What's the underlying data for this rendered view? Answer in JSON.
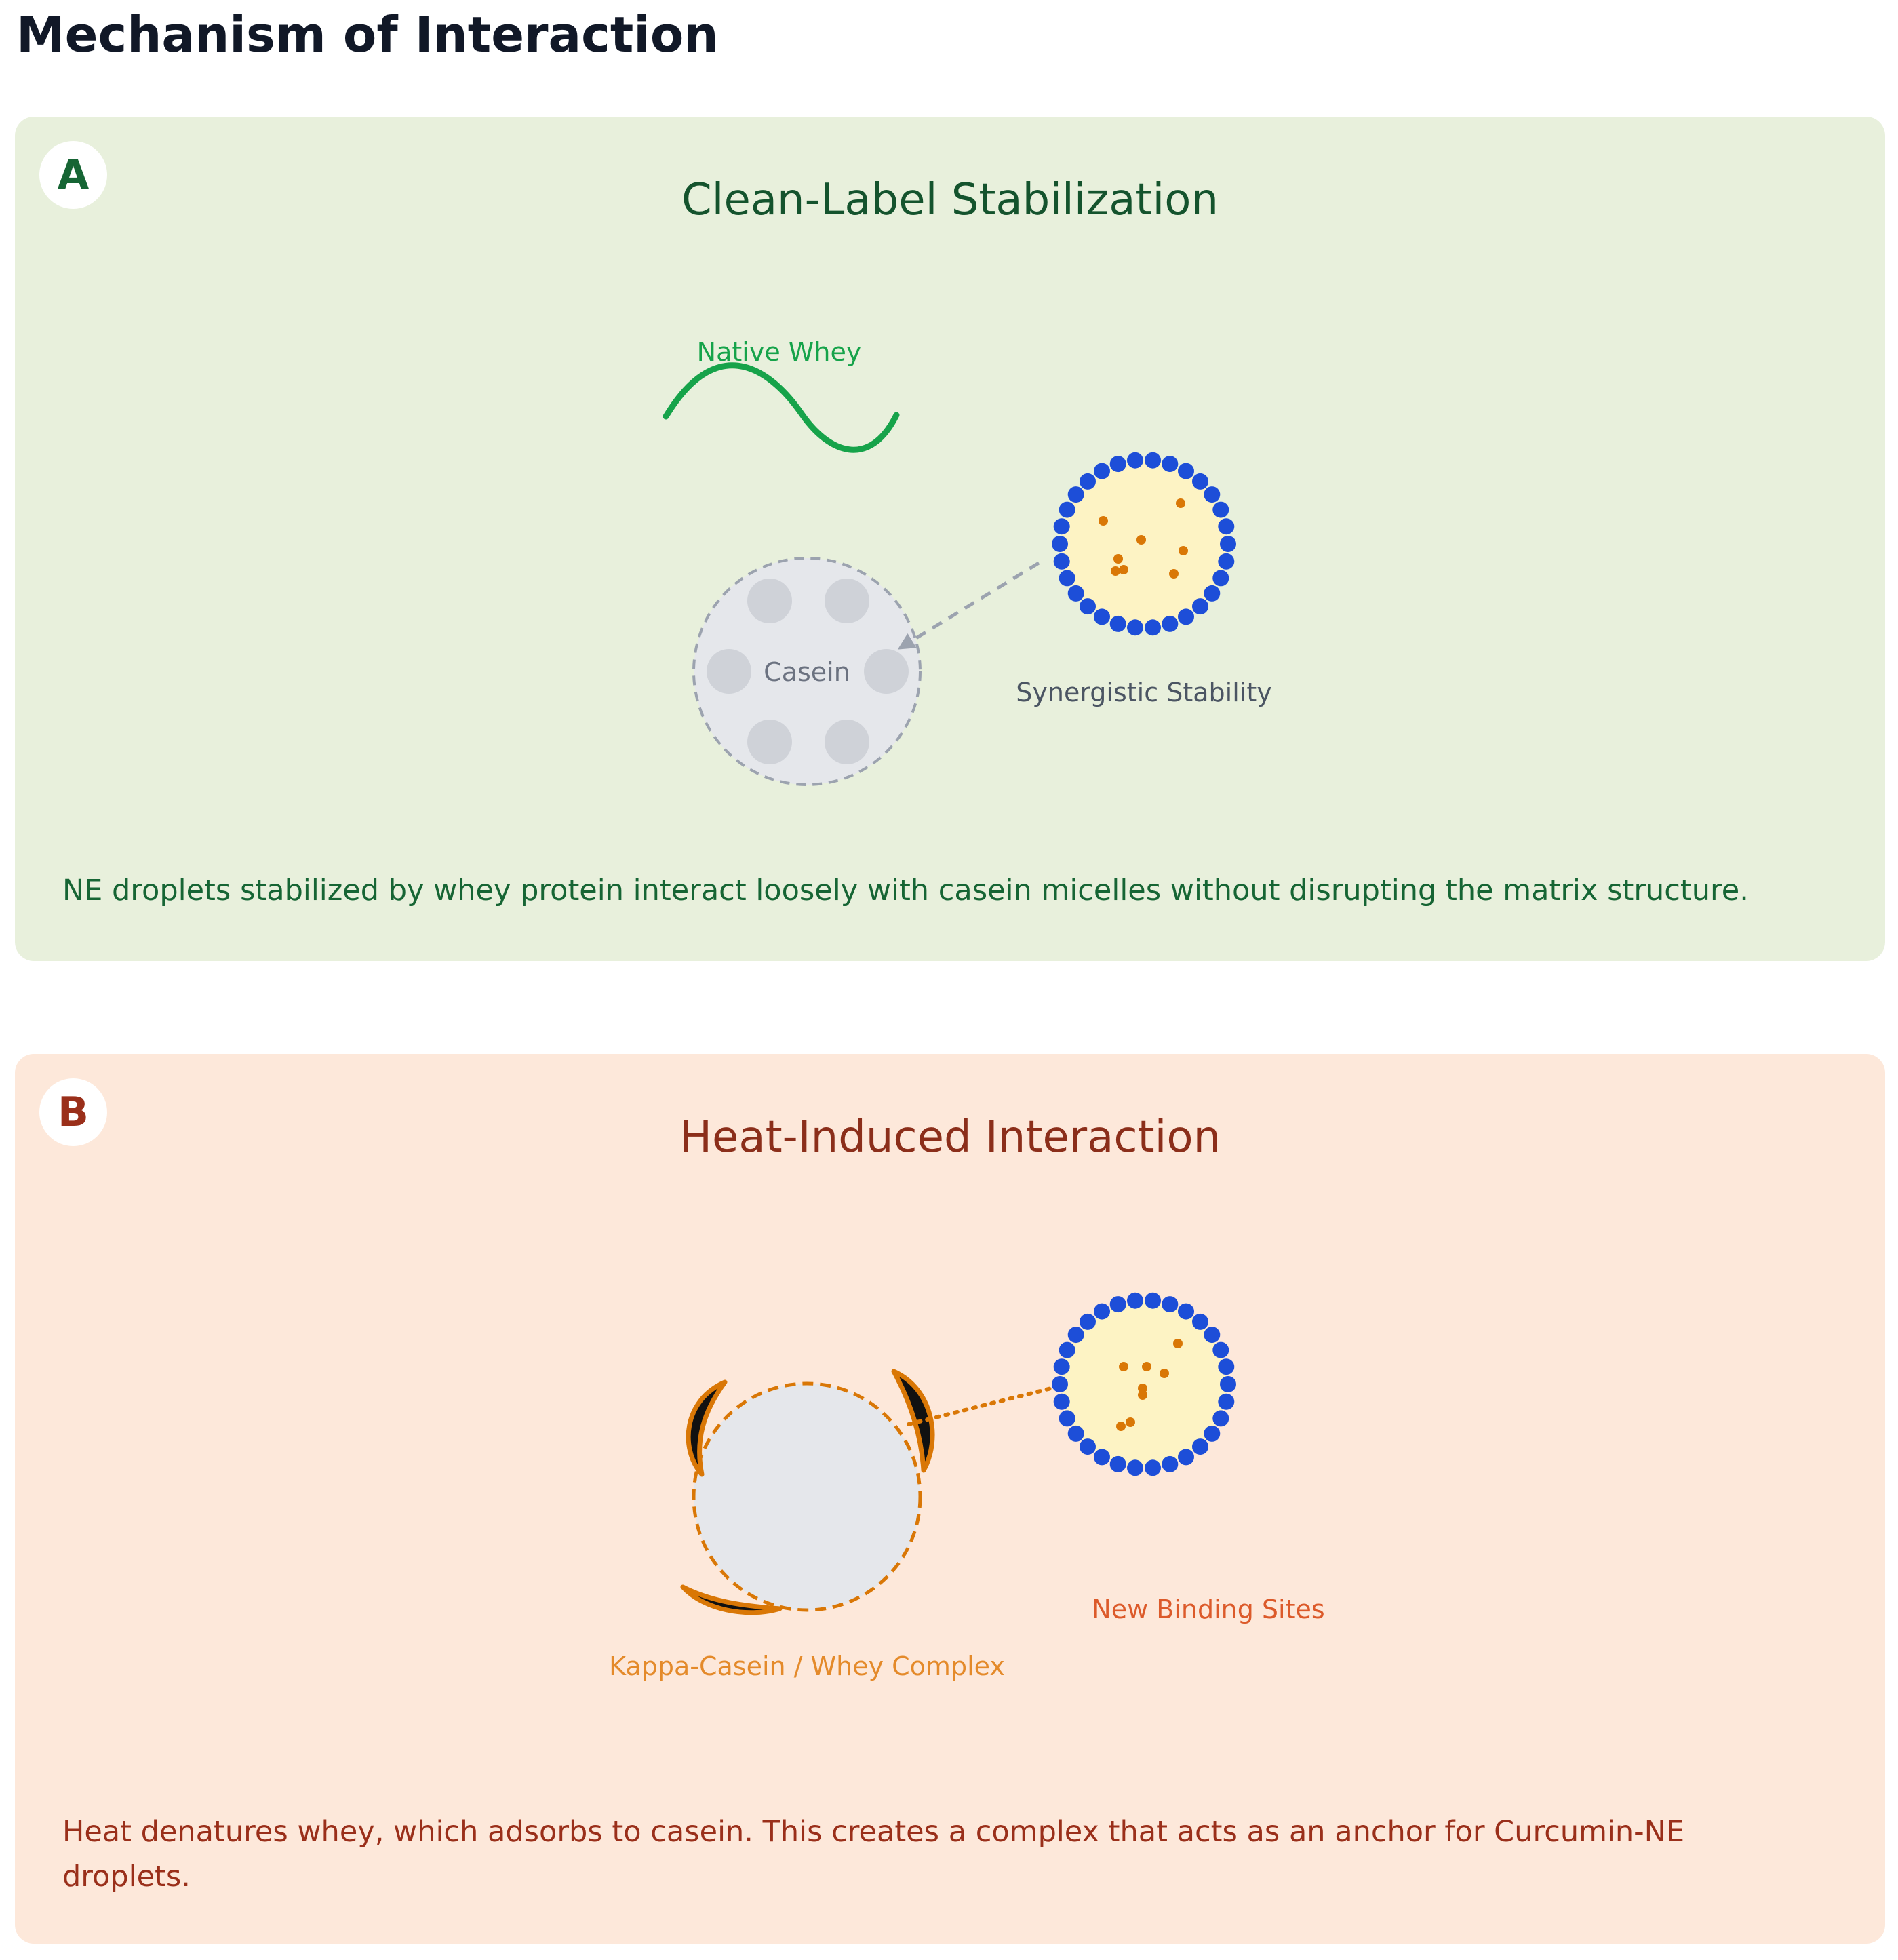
{
  "page": {
    "title": "Mechanism of Interaction"
  },
  "panel_a": {
    "badge": "A",
    "title": "Clean-Label Stabilization",
    "labels": {
      "native_whey": "Native Whey",
      "casein": "Casein",
      "synergistic": "Synergistic Stability"
    },
    "caption": "NE droplets stabilized by whey protein interact loosely with casein micelles without disrupting the matrix structure."
  },
  "panel_b": {
    "badge": "B",
    "title": "Heat-Induced Interaction",
    "labels": {
      "kappa": "Kappa-Casein / Whey Complex",
      "new_sites": "New Binding Sites"
    },
    "caption": "Heat denatures whey, which adsorbs to casein. This creates a complex that acts as an anchor for Curcumin-NE droplets."
  },
  "colors": {
    "whey_green": "#16a34a",
    "shell_blue": "#1d4ed8",
    "core_yellow": "#fdf3c4",
    "curcumin_orange": "#d97706",
    "casein_gray": "#e5e7eb",
    "complex_orange": "#d97706"
  }
}
